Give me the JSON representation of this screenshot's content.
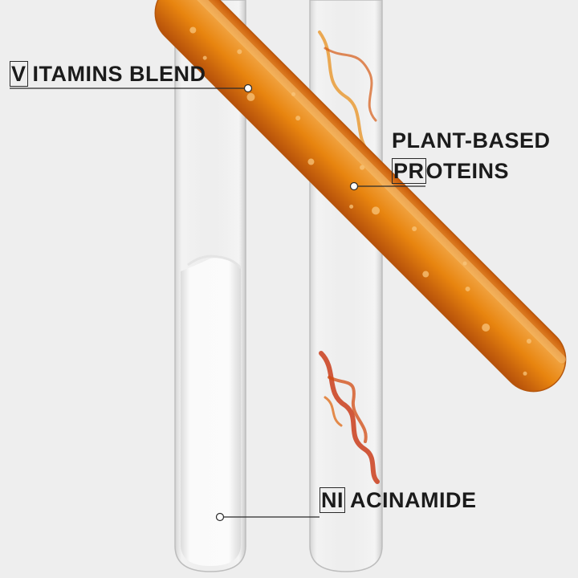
{
  "labels": {
    "vitamins": {
      "boxed": "V",
      "rest": "ITAMINS BLEND"
    },
    "plant_based": {
      "line1": "PLANT-BASED",
      "boxed": "PR",
      "rest": "OTEINS"
    },
    "niacinamide": {
      "boxed": "NI",
      "rest": "ACINAMIDE"
    }
  },
  "colors": {
    "background": "#eeeeee",
    "orange_liquid": "#e8850f",
    "red_ink": "#c8320e",
    "white_cream": "#f7f7f7",
    "text": "#1b1b1b"
  }
}
